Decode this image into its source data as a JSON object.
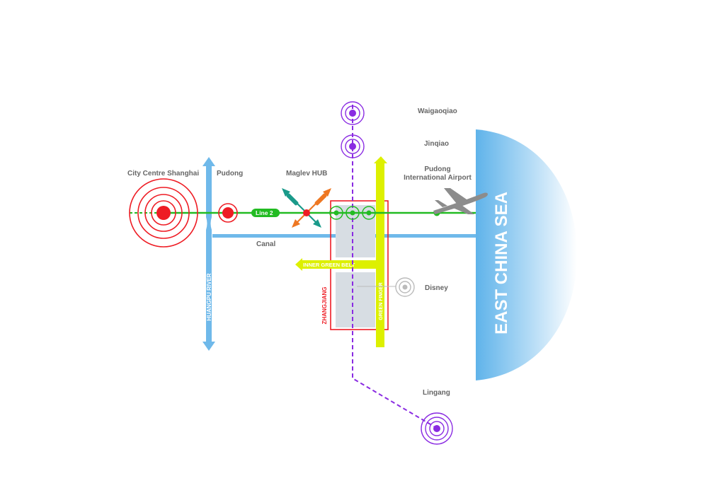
{
  "labels": {
    "city_centre": "City Centre Shanghai",
    "pudong": "Pudong",
    "maglev_hub": "Maglev HUB",
    "airport_line1": "Pudong",
    "airport_line2": "International Airport",
    "waigaoqiao": "Waigaoqiao",
    "jinqiao": "Jinqiao",
    "canal": "Canal",
    "line2": "Line 2",
    "inner_green_belt": "INNER GREEN BELT",
    "zhangjiang": "ZHANGJIANG",
    "green_finger": "GREEN FINGER",
    "disney": "Disney",
    "lingang": "Lingang",
    "huangpu_river": "HUANGPU RIVER",
    "east_china_sea": "EAST CHINA SEA"
  },
  "colors": {
    "red": "#ee1c24",
    "green": "#22bb22",
    "purple": "#8a2be2",
    "river_blue": "#6fb9ea",
    "yellow": "#ddf000",
    "gray_label": "#666666",
    "zone_gray": "#d7dde3",
    "teal": "#1a9a8a",
    "orange": "#ee7722"
  },
  "icons": [
    "airplane-icon",
    "target-rings-icon",
    "arrow-icon"
  ]
}
